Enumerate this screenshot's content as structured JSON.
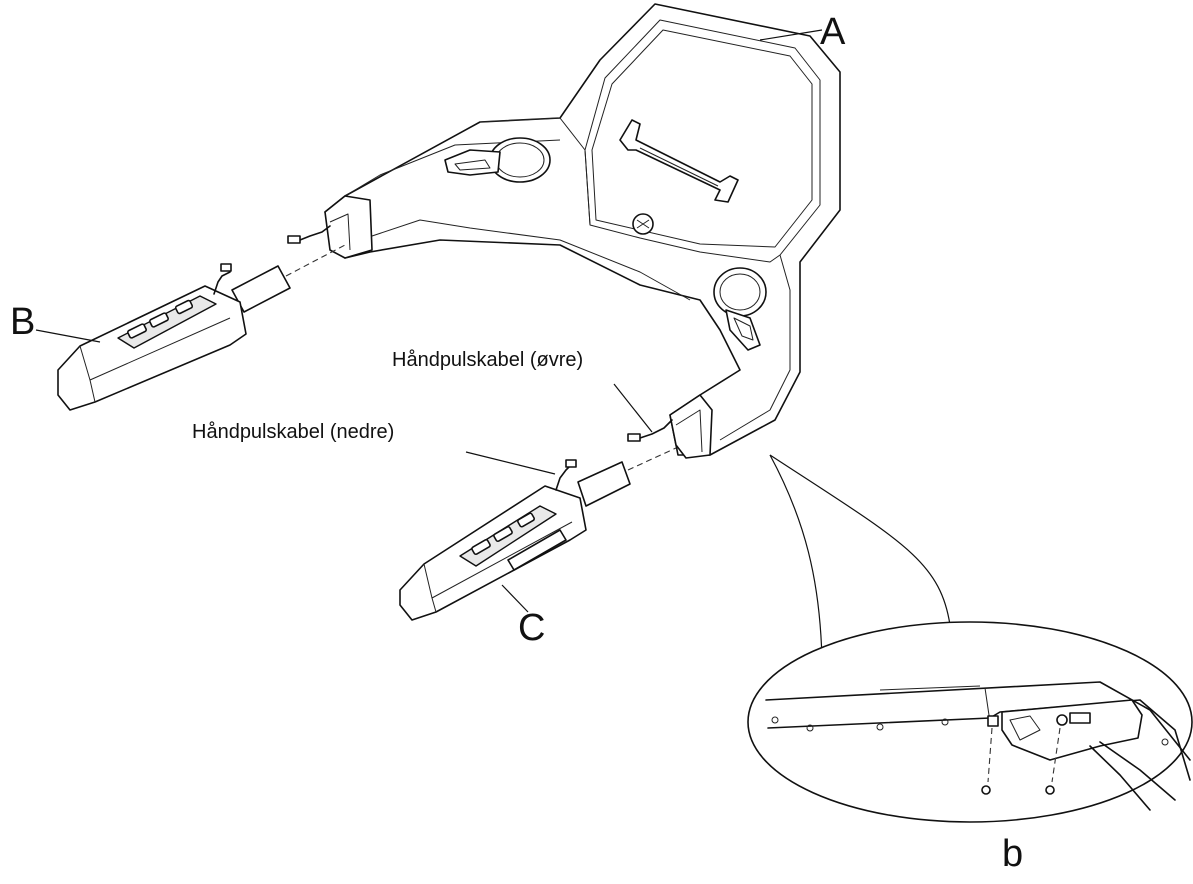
{
  "labels": {
    "A": "A",
    "B": "B",
    "C": "C",
    "b": "b",
    "upper_cable": "Håndpulskabel (øvre)",
    "lower_cable": "Håndpulskabel (nedre)"
  }
}
